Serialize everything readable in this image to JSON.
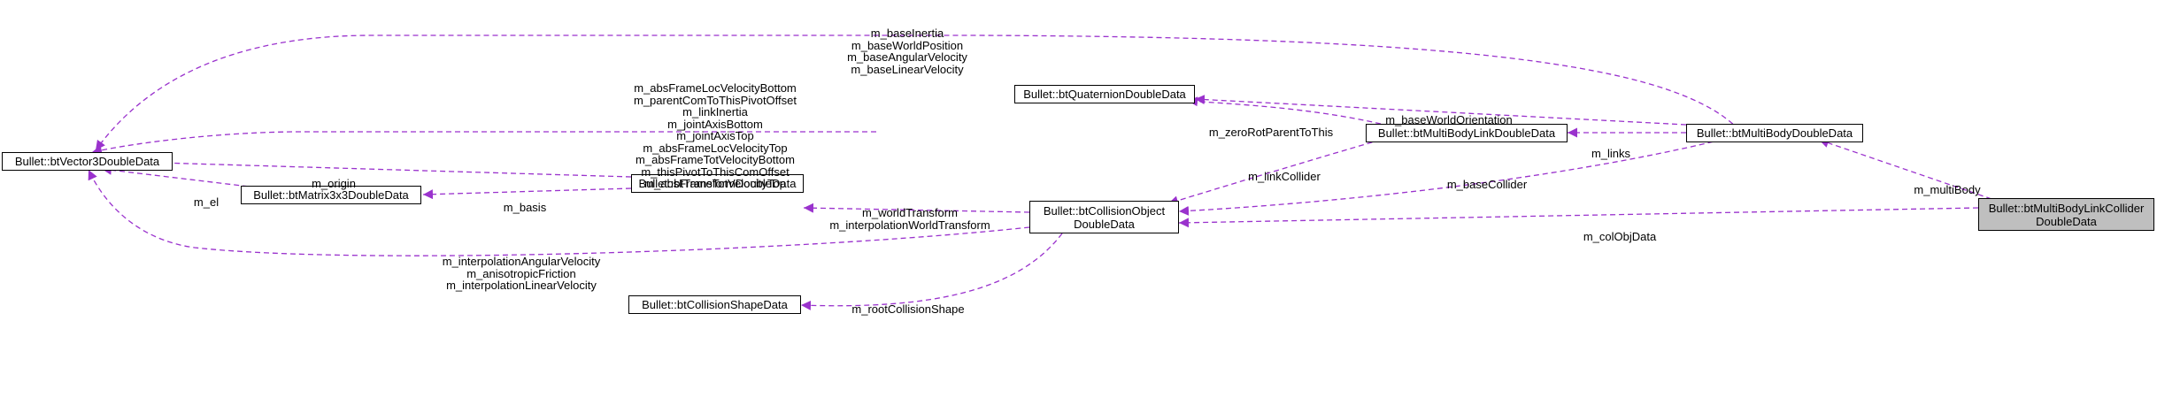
{
  "nodes": {
    "vector3": "Bullet::btVector3DoubleData",
    "matrix3x3": "Bullet::btMatrix3x3DoubleData",
    "transform": "Bullet::btTransformDoubleData",
    "quaternion": "Bullet::btQuaternionDoubleData",
    "link": "Bullet::btMultiBodyLinkDoubleData",
    "multibody": "Bullet::btMultiBodyDoubleData",
    "collision_object": [
      "Bullet::btCollisionObject",
      "DoubleData"
    ],
    "collision_shape": "Bullet::btCollisionShapeData",
    "link_collider": [
      "Bullet::btMultiBodyLinkCollider",
      "DoubleData"
    ]
  },
  "edges": {
    "multibody_to_vector3": [
      "m_baseInertia",
      "m_baseWorldPosition",
      "m_baseAngularVelocity",
      "m_baseLinearVelocity"
    ],
    "link_to_vector3": [
      "m_absFrameLocVelocityBottom",
      "m_parentComToThisPivotOffset",
      "m_linkInertia",
      "m_jointAxisBottom",
      "m_jointAxisTop",
      "m_absFrameLocVelocityTop",
      "m_absFrameTotVelocityBottom",
      "m_thisPivotToThisComOffset",
      "m_absFrameTotVelocityTop"
    ],
    "transform_to_vector3": [
      "m_origin"
    ],
    "matrix_to_vector3": [
      "m_el"
    ],
    "transform_to_matrix": [
      "m_basis"
    ],
    "multibody_to_quaternion": [
      "m_baseWorldOrientation"
    ],
    "link_to_quaternion": [
      "m_zeroRotParentToThis"
    ],
    "multibody_to_link": [
      "m_links"
    ],
    "link_to_collision": [
      "m_linkCollider"
    ],
    "multibody_to_collision": [
      "m_baseCollider"
    ],
    "collision_to_transform": [
      "m_worldTransform",
      "m_interpolationWorldTransform"
    ],
    "collision_to_vector3": [
      "m_interpolationAngularVelocity",
      "m_anisotropicFriction",
      "m_interpolationLinearVelocity"
    ],
    "collision_to_shape": [
      "m_rootCollisionShape"
    ],
    "collider_to_multibody": [
      "m_multiBody"
    ],
    "collider_to_collision": [
      "m_colObjData"
    ]
  },
  "colors": {
    "edge": "#9a32cd",
    "node_border": "#000000",
    "focus_fill": "#bfbfbf"
  }
}
